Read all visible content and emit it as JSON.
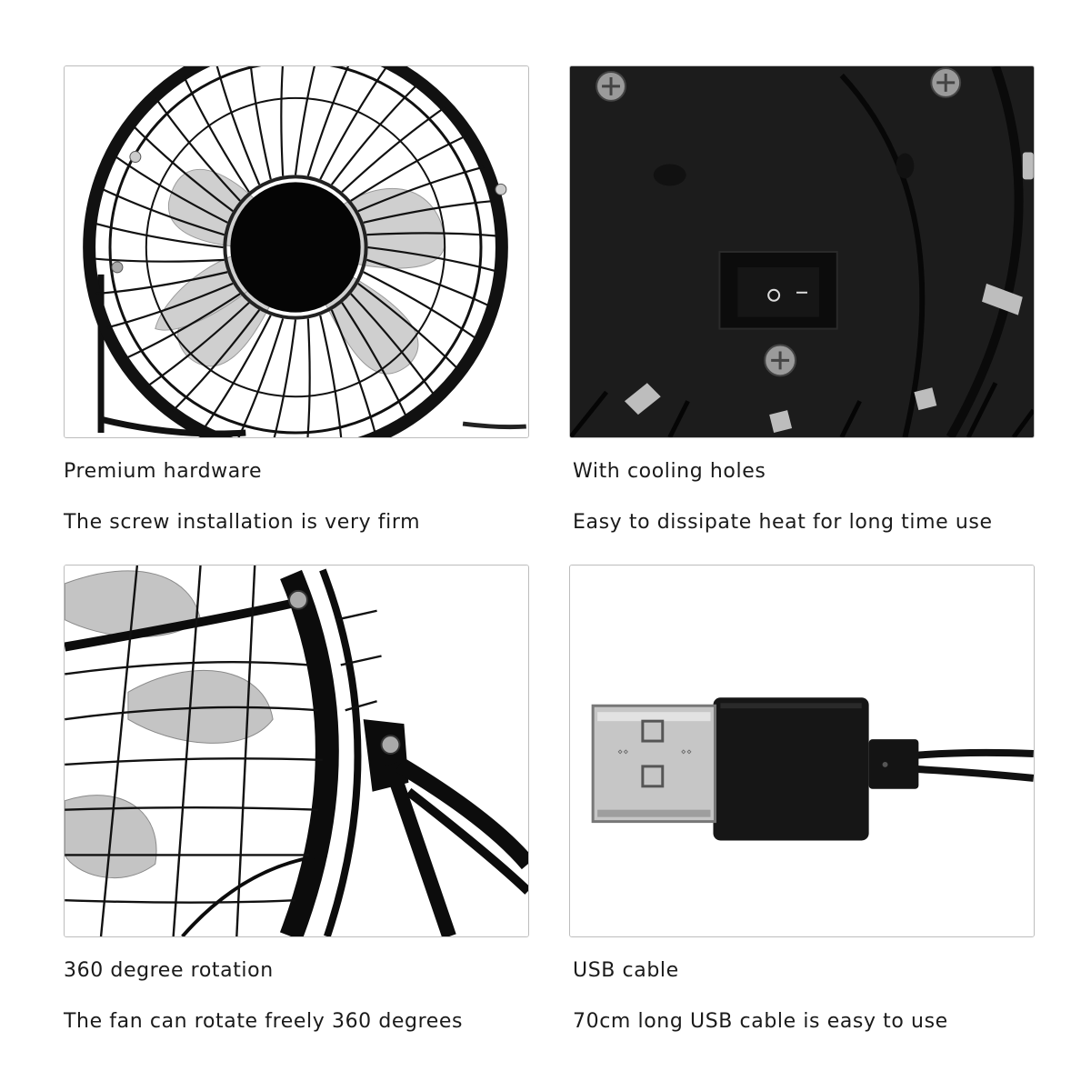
{
  "colors": {
    "background": "#ffffff",
    "text": "#1a1a1a",
    "fan_metal": "#111111",
    "blade": "#c8c8c8",
    "border": "#bdbdbd"
  },
  "features": [
    {
      "title": "Premium hardware",
      "description": "The screw installation is very firm",
      "image": "fan-front-photo"
    },
    {
      "title": "With cooling holes",
      "description": "Easy to dissipate heat for long time use",
      "image": "fan-back-switch-photo"
    },
    {
      "title": "360 degree rotation",
      "description": "The fan can rotate freely 360 degrees",
      "image": "fan-side-pivot-photo"
    },
    {
      "title": "USB cable",
      "description": "70cm long USB cable is easy to use",
      "image": "usb-plug-photo"
    }
  ]
}
